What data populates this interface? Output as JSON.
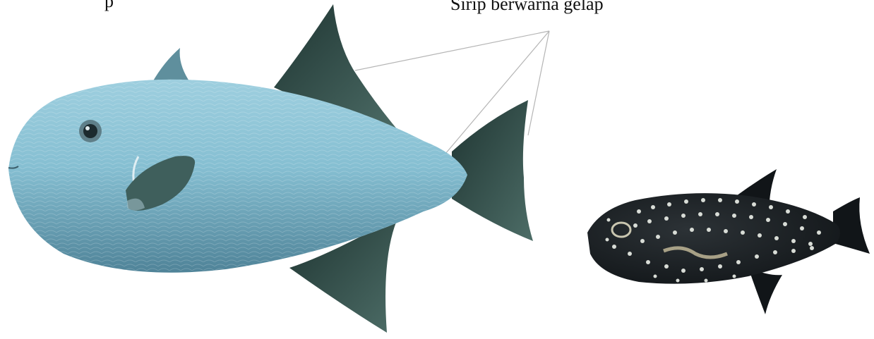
{
  "labels": {
    "left_partial": "p",
    "fin_annotation": "Sirip berwarna gelap"
  },
  "colors": {
    "background": "#ffffff",
    "adult_body": "#7fb6c9",
    "adult_fin": "#2f4a45",
    "juvenile_body": "#1c2226",
    "juvenile_spots": "#d8dcd6",
    "leader_line": "#b5b5b5"
  },
  "figure": {
    "adult_fish": "adult-triggerfish",
    "juvenile_fish": "juvenile-spotted-fish"
  }
}
